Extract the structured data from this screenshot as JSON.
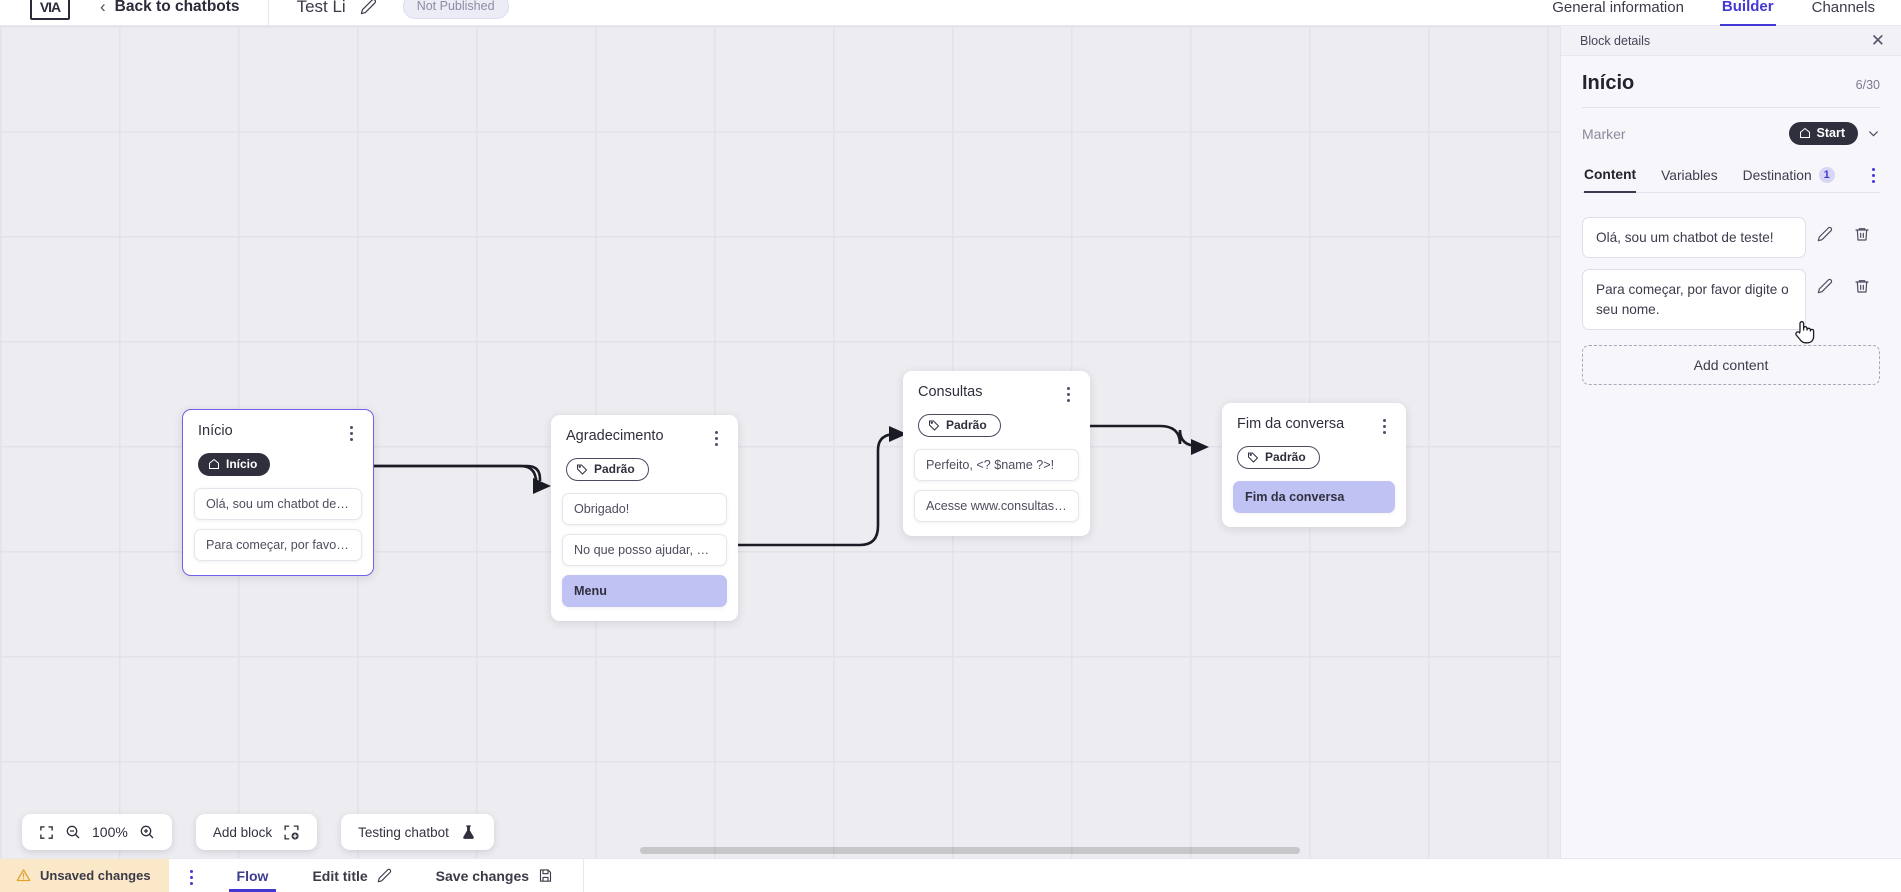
{
  "header": {
    "logo_text": "VIA",
    "back_label": "Back to chatbots",
    "bot_name": "Test Li",
    "status_pill": "Not Published",
    "tabs": [
      {
        "label": "General information",
        "active": false
      },
      {
        "label": "Builder",
        "active": true
      },
      {
        "label": "Channels",
        "active": false
      }
    ]
  },
  "canvas": {
    "nodes": [
      {
        "id": "inicio",
        "title": "Início",
        "badge": "Início",
        "badge_type": "start",
        "selected": true,
        "messages": [
          {
            "text": "Olá, sou um chatbot de teste!",
            "highlight": false
          },
          {
            "text": "Para começar, por favor digite o …",
            "highlight": false
          }
        ]
      },
      {
        "id": "agradecimento",
        "title": "Agradecimento",
        "badge": "Padrão",
        "badge_type": "default",
        "selected": false,
        "messages": [
          {
            "text": "Obrigado!",
            "highlight": false
          },
          {
            "text": "No que posso ajudar, <? $name …",
            "highlight": false
          },
          {
            "text": "Menu",
            "highlight": true
          }
        ]
      },
      {
        "id": "consultas",
        "title": "Consultas",
        "badge": "Padrão",
        "badge_type": "default",
        "selected": false,
        "messages": [
          {
            "text": "Perfeito, <? $name ?>!",
            "highlight": false
          },
          {
            "text": "Acesse www.consultas.com par…",
            "highlight": false
          }
        ]
      },
      {
        "id": "fim",
        "title": "Fim da conversa",
        "badge": "Padrão",
        "badge_type": "default",
        "selected": false,
        "messages": [
          {
            "text": "Fim da conversa",
            "highlight": true
          }
        ]
      }
    ]
  },
  "toolbar": {
    "fit_icon": "fit-screen-icon",
    "zoom_out_icon": "zoom-out-icon",
    "zoom_level": "100%",
    "zoom_in_icon": "zoom-in-icon",
    "add_block_label": "Add block",
    "add_block_icon": "add-block-icon",
    "testing_label": "Testing chatbot",
    "testing_icon": "flask-icon"
  },
  "statusbar": {
    "unsaved_label": "Unsaved changes",
    "warning_icon": "warning-triangle-icon",
    "kebab_icon": "kebab-menu-icon",
    "flow_label": "Flow",
    "edit_title_label": "Edit title",
    "edit_title_icon": "pencil-icon",
    "save_label": "Save changes",
    "save_icon": "floppy-disk-icon"
  },
  "panel": {
    "head_title": "Block details",
    "close_icon": "close-icon",
    "block_title": "Início",
    "char_count": "6/30",
    "marker_label": "Marker",
    "marker_value": "Start",
    "marker_icon": "home-icon",
    "caret_icon": "chevron-down-icon",
    "tabs": [
      {
        "label": "Content",
        "active": true,
        "badge": ""
      },
      {
        "label": "Variables",
        "active": false,
        "badge": ""
      },
      {
        "label": "Destination",
        "active": false,
        "badge": "1"
      }
    ],
    "contents": [
      {
        "text": "Olá, sou um chatbot de teste!",
        "edit_icon": "pencil-icon",
        "delete_icon": "trash-icon"
      },
      {
        "text": "Para começar, por favor digite o seu nome.",
        "edit_icon": "pencil-icon",
        "delete_icon": "trash-icon"
      }
    ],
    "add_content_label": "Add content"
  },
  "colors": {
    "accent": "#4338d6",
    "node_selected_border": "#6f61e8",
    "highlight_chip": "#bfc2f2",
    "unsaved_bg": "#fbe8c8",
    "canvas_bg": "#edecf0"
  }
}
